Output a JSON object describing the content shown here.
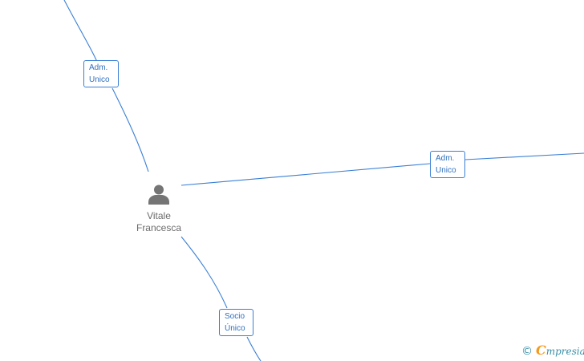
{
  "edges": [
    {
      "label": "Adm.\nUnico"
    },
    {
      "label": "Adm.\nUnico"
    },
    {
      "label": "Socio\nÚnico"
    }
  ],
  "node": {
    "label": "Vitale\nFrancesca",
    "icon": "person-icon"
  },
  "brand": {
    "copyright": "©",
    "initial": "C",
    "name": "mpresia"
  },
  "colors": {
    "edge": "#3a7fd5",
    "label_text": "#2f6fc0",
    "node_text": "#6b6b6b",
    "icon": "#757575",
    "brand_orange": "#f39a1b",
    "brand_teal": "#3a8fa8"
  }
}
